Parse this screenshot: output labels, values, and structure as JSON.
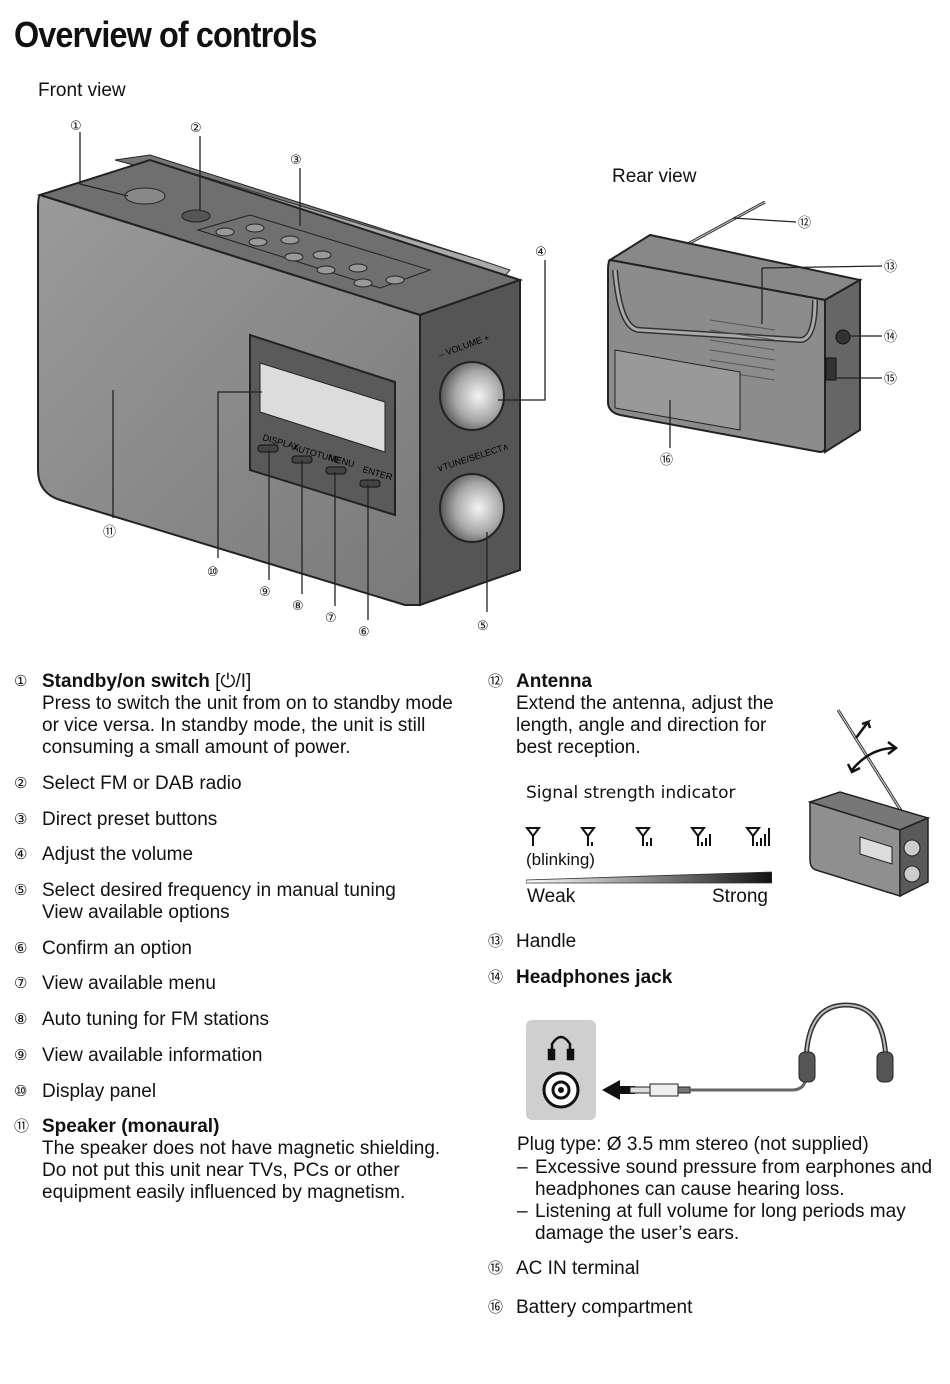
{
  "page_title": "Overview of controls",
  "front_view_label": "Front view",
  "rear_view_label": "Rear view",
  "device_labels": {
    "display": "DISPLAY",
    "autotune": "AUTOTUNE",
    "menu": "MENU",
    "enter": "ENTER",
    "volume": "– VOLUME +",
    "tune_select": "∨TUNE/SELECT∧"
  },
  "callout_numbers": [
    "①",
    "②",
    "③",
    "④",
    "⑤",
    "⑥",
    "⑦",
    "⑧",
    "⑨",
    "⑩",
    "⑪",
    "⑫",
    "⑬",
    "⑭",
    "⑮",
    "⑯"
  ],
  "items_left": [
    {
      "num": "①",
      "title": "Standby/on switch",
      "title_suffix": " [⏻/I]",
      "text": "Press to switch the unit from on to standby mode or vice versa. In standby mode, the unit is still consuming a small amount of power."
    },
    {
      "num": "②",
      "text": "Select FM or DAB radio"
    },
    {
      "num": "③",
      "text": "Direct preset buttons"
    },
    {
      "num": "④",
      "text": "Adjust the volume"
    },
    {
      "num": "⑤",
      "text": "Select desired frequency in manual tuning",
      "text2": "View available options"
    },
    {
      "num": "⑥",
      "text": "Confirm an option"
    },
    {
      "num": "⑦",
      "text": "View available menu"
    },
    {
      "num": "⑧",
      "text": "Auto tuning for FM stations"
    },
    {
      "num": "⑨",
      "text": "View available information"
    },
    {
      "num": "⑩",
      "text": "Display panel"
    },
    {
      "num": "⑪",
      "title": "Speaker (monaural)",
      "text": "The speaker does not have magnetic shielding. Do not put this unit near TVs, PCs or other equipment easily influenced by magnetism."
    }
  ],
  "antenna": {
    "num": "⑫",
    "title": "Antenna",
    "text": "Extend the antenna, adjust the length, angle and direction for best reception."
  },
  "signal": {
    "heading": "Signal strength indicator",
    "blinking": "(blinking)",
    "weak": "Weak",
    "strong": "Strong"
  },
  "handle": {
    "num": "⑬",
    "text": "Handle"
  },
  "headphones": {
    "num": "⑭",
    "title": "Headphones jack",
    "plug_type": "Plug type: Ø 3.5 mm stereo (not supplied)",
    "warnings": [
      "Excessive sound pressure from earphones and headphones can cause hearing loss.",
      "Listening at full volume for long periods may damage the user’s ears."
    ]
  },
  "ac_in": {
    "num": "⑮",
    "text": "AC IN terminal"
  },
  "battery": {
    "num": "⑯",
    "text": "Battery compartment"
  }
}
